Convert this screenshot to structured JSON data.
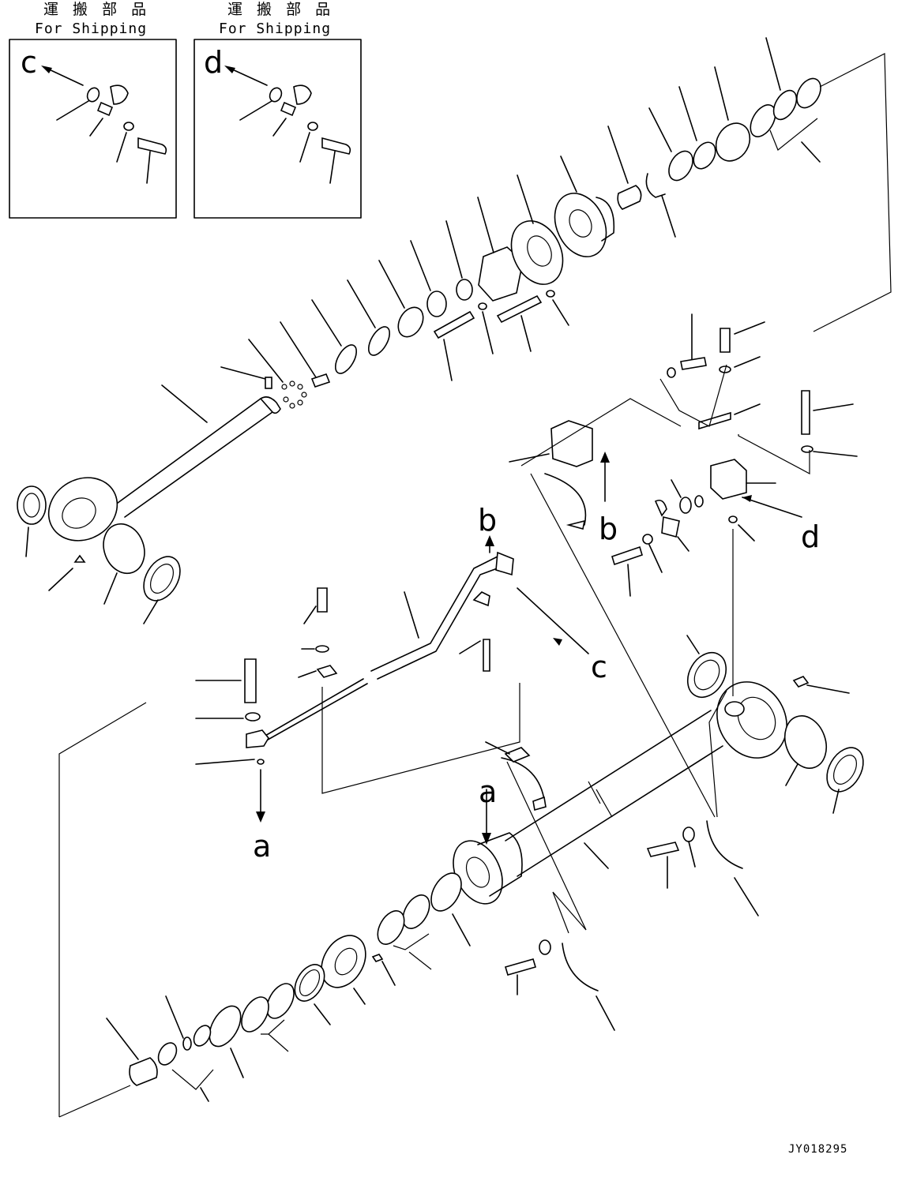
{
  "shipping_left": {
    "jp": "運 搬 部 品",
    "en": "For Shipping"
  },
  "shipping_right": {
    "jp": "運 搬 部 品",
    "en": "For Shipping"
  },
  "letters": {
    "c": "c",
    "d": "d",
    "b": "b",
    "a": "a"
  },
  "drawing_code": "JY018295"
}
